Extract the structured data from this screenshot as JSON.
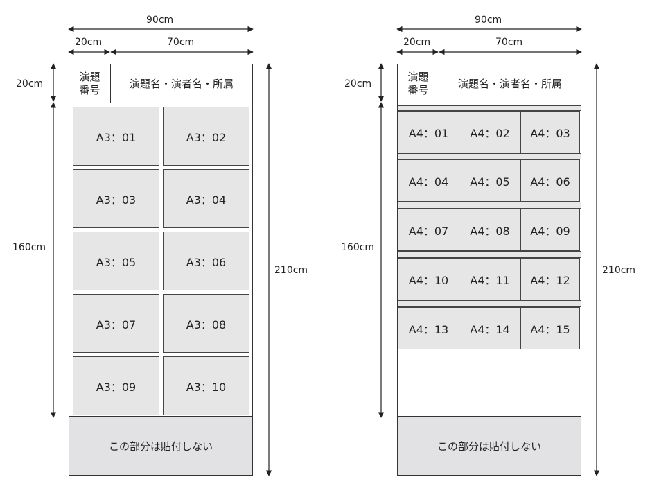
{
  "a3_panel": {
    "dims": {
      "total_width": "90cm",
      "code_width": "20cm",
      "title_width": "70cm",
      "header_height": "20cm",
      "poster_height": "160cm",
      "total_height": "210cm"
    },
    "header": {
      "code": "演題\n番号",
      "title": "演題名・演者名・所属"
    },
    "cells": [
      "A3：01",
      "A3：02",
      "A3：03",
      "A3：04",
      "A3：05",
      "A3：06",
      "A3：07",
      "A3：08",
      "A3：09",
      "A3：10"
    ],
    "footer": "この部分は貼付しない"
  },
  "a4_panel": {
    "dims": {
      "total_width": "90cm",
      "code_width": "20cm",
      "title_width": "70cm",
      "header_height": "20cm",
      "poster_height": "160cm",
      "total_height": "210cm"
    },
    "header": {
      "code": "演題\n番号",
      "title": "演題名・演者名・所属"
    },
    "cells": [
      "A4：01",
      "A4：02",
      "A4：03",
      "A4：04",
      "A4：05",
      "A4：06",
      "A4：07",
      "A4：08",
      "A4：09",
      "A4：10",
      "A4：11",
      "A4：12",
      "A4：13",
      "A4：14",
      "A4：15"
    ],
    "footer": "この部分は貼付しない"
  }
}
